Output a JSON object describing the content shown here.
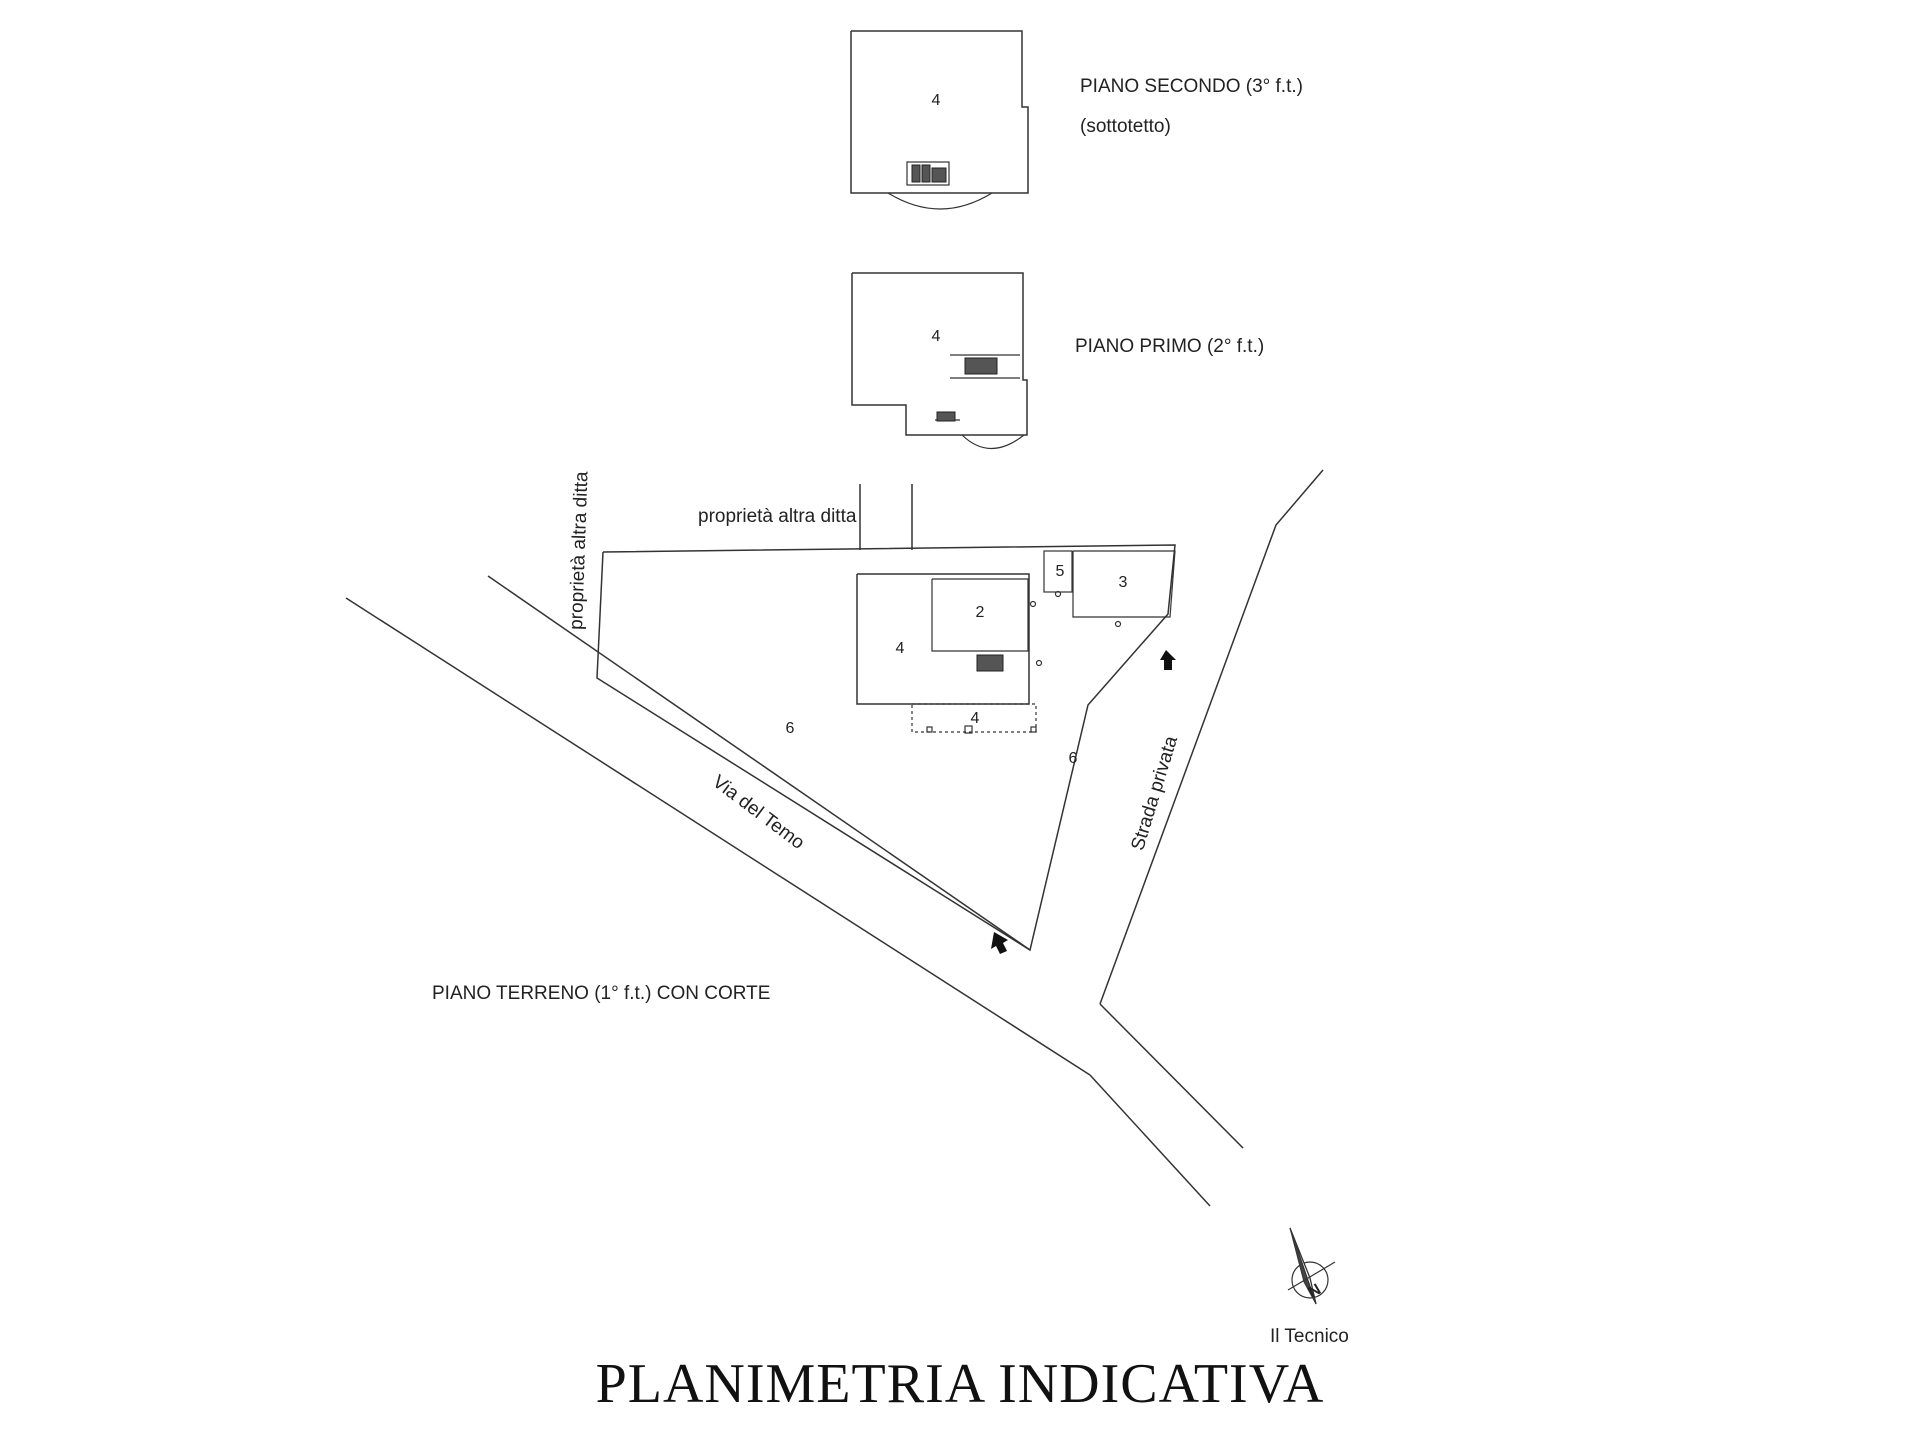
{
  "footer_title": "PLANIMETRIA INDICATIVA",
  "floors": {
    "second": {
      "title": "PIANO SECONDO (3° f.t.)",
      "subtitle": "(sottotetto)",
      "room": "4"
    },
    "first": {
      "title": "PIANO PRIMO (2° f.t.)",
      "room": "4"
    },
    "ground": {
      "title": "PIANO TERRENO (1° f.t.) CON CORTE"
    }
  },
  "ground_plan": {
    "rooms": [
      "2",
      "4",
      "4",
      "5",
      "3",
      "6",
      "6"
    ],
    "neighbour_top": "proprietà altra ditta",
    "neighbour_left": "proprietà altra ditta",
    "road_main": "Via del Temo",
    "road_private": "Strada privata"
  },
  "signature_label": "Il Tecnico",
  "north_label": "N"
}
